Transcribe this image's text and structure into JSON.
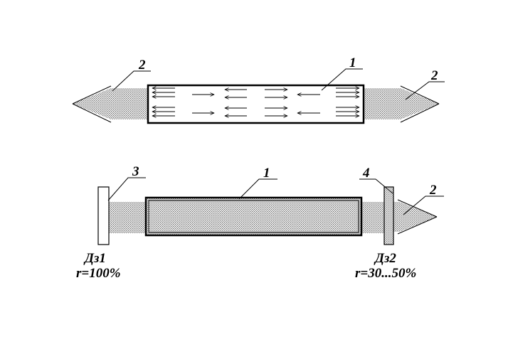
{
  "diagram": {
    "top": {
      "labels": {
        "amplifier": "1",
        "beam_left": "2",
        "beam_right": "2"
      }
    },
    "bottom": {
      "labels": {
        "amplifier": "1",
        "mirror_left": "3",
        "mirror_right": "4",
        "beam_out": "2"
      },
      "mirror_left": {
        "name": "Дз1",
        "reflectivity": "r=100%"
      },
      "mirror_right": {
        "name": "Дз2",
        "reflectivity": "r=30...50%"
      }
    }
  }
}
